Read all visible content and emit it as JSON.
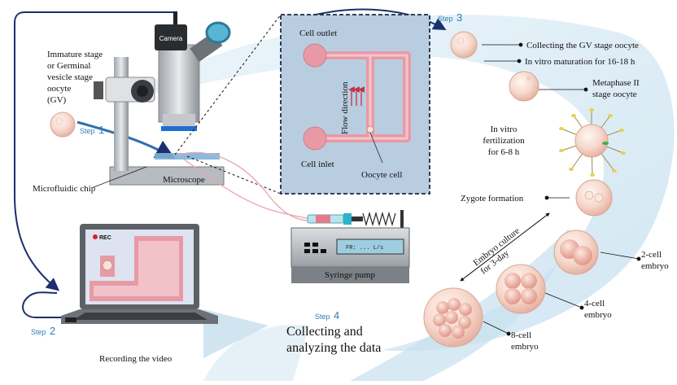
{
  "labels": {
    "camera": "Camera",
    "immature_oocyte": [
      "Immature stage",
      "or Germinal",
      "vesicle stage",
      "oocyte",
      "(GV)"
    ],
    "microscope": "Microscope",
    "microfluidic_chip": "Microfluidic chip",
    "cell_outlet": "Cell outlet",
    "cell_inlet": "Cell inlet",
    "flow_direction": "Flow direction",
    "oocyte_cell": "Oocyte cell",
    "syringe_pump": "Syringe pump",
    "pump_display": "FR: ... L/s",
    "rec": "REC",
    "recording_video": "Recording the video",
    "collecting_analyzing": [
      "Collecting and",
      "analyzing the data"
    ],
    "collect_gv": "Collecting the GV stage oocyte",
    "ivm": "In vitro maturation for 16-18 h",
    "metaphase": [
      "Metaphase II",
      "stage oocyte"
    ],
    "ivf": [
      "In vitro",
      "fertilization",
      "for 6-8 h"
    ],
    "zygote": "Zygote formation",
    "embryo_culture": [
      "Embryo culture",
      "for 3-day"
    ],
    "two_cell": [
      "2-cell",
      "embryo"
    ],
    "four_cell": [
      "4-cell",
      "embryo"
    ],
    "eight_cell": [
      "8-cell",
      "embryo"
    ]
  },
  "steps": [
    {
      "word": "Step",
      "num": "1"
    },
    {
      "word": "Step",
      "num": "2"
    },
    {
      "word": "Step",
      "num": "3"
    },
    {
      "word": "Step",
      "num": "4"
    }
  ],
  "colors": {
    "accent_blue": "#2f7fb8",
    "channel_pink": "#e79aa6",
    "swirl_blue": "#cfe6f2",
    "dark_navy": "#1b2f6e",
    "inset_border": "#1b2a48"
  }
}
